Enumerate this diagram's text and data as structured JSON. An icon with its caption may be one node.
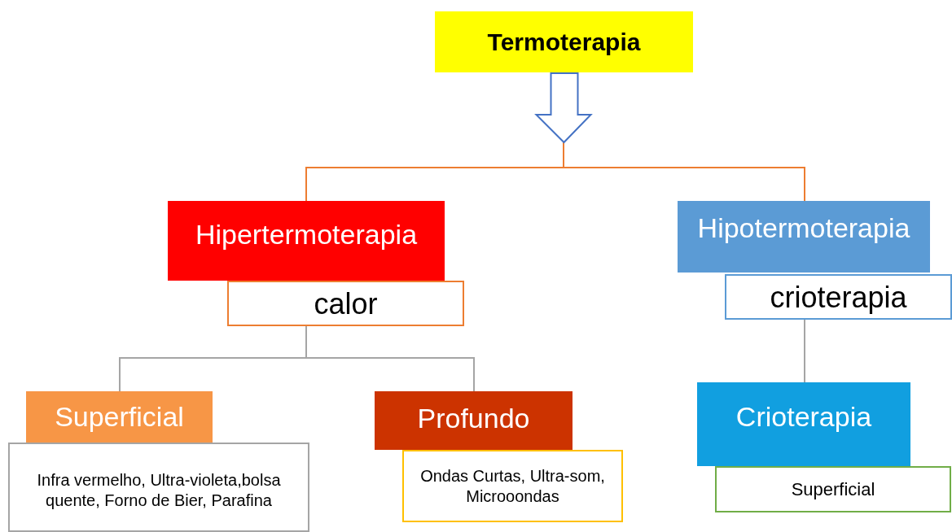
{
  "diagram": {
    "nodes": [
      {
        "text": [
          "Termoterapia"
        ]
      },
      {
        "text": [
          "Hipertermoterapia"
        ]
      },
      {
        "text": [
          "calor"
        ]
      },
      {
        "text": [
          "Hipotermoterapia"
        ]
      },
      {
        "text": [
          "crioterapia"
        ]
      },
      {
        "text": [
          "Superficial"
        ]
      },
      {
        "text": [
          "Infra vermelho, Ultra-violeta,bolsa quente, Forno de Bier, Parafina"
        ]
      },
      {
        "text": [
          "Profundo"
        ]
      },
      {
        "text": [
          "Ondas Curtas, Ultra-som, Microoondas"
        ]
      },
      {
        "text": [
          "Crioterapia"
        ]
      },
      {
        "text": [
          "Superficial"
        ]
      }
    ],
    "edges": [
      {
        "from": 0,
        "to": 1,
        "arrow": "none",
        "color": "#ed7d31"
      },
      {
        "from": 0,
        "to": 3,
        "arrow": "none",
        "color": "#ed7d31"
      },
      {
        "from": 2,
        "to": 5,
        "arrow": "none"
      },
      {
        "from": 2,
        "to": 7,
        "arrow": "none"
      },
      {
        "from": 4,
        "to": 9,
        "arrow": "none"
      },
      {
        "from": 0,
        "to": null,
        "arrow": "to",
        "color": "#4472c4"
      }
    ]
  }
}
